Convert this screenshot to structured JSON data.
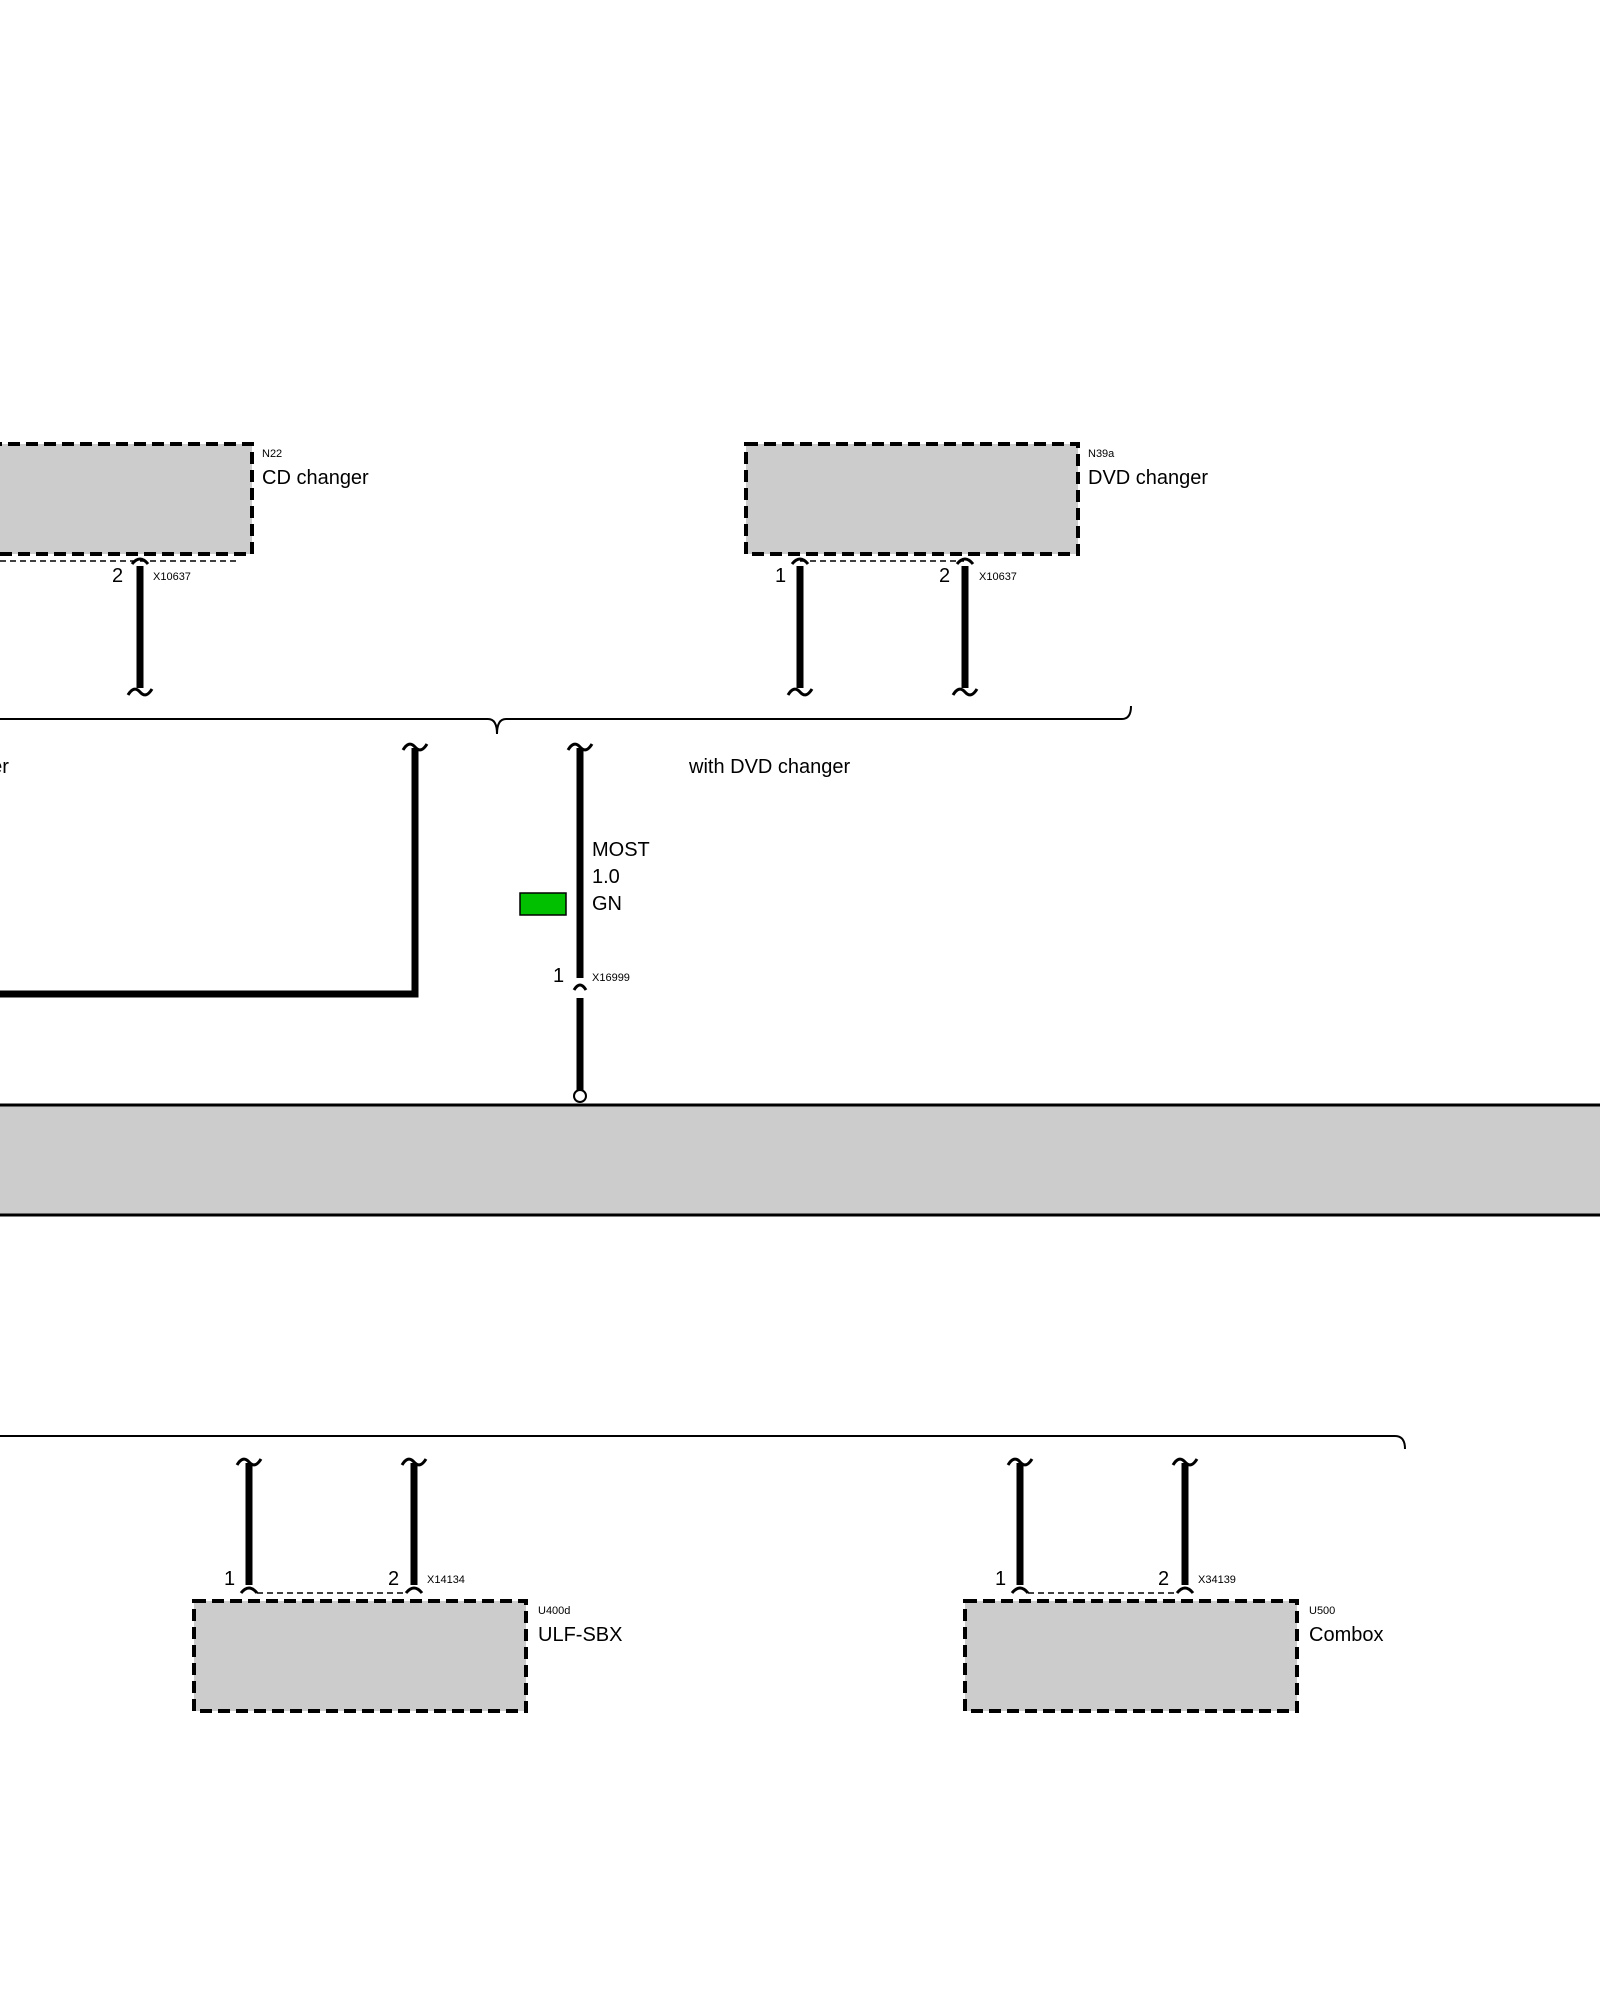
{
  "components": {
    "cd_changer": {
      "code": "N22",
      "name": "CD changer",
      "connector": "X10637",
      "pins": [
        "2"
      ]
    },
    "dvd_changer": {
      "code": "N39a",
      "name": "DVD changer",
      "connector": "X10637",
      "pins": [
        "1",
        "2"
      ]
    },
    "ulf_sbx": {
      "code": "U400d",
      "name": "ULF-SBX",
      "connector": "X14134",
      "pins": [
        "1",
        "2"
      ]
    },
    "combox": {
      "code": "U500",
      "name": "Combox",
      "connector": "X34139",
      "pins": [
        "1",
        "2"
      ]
    }
  },
  "options": {
    "left_fragment": "ger",
    "dvd": "with DVD changer"
  },
  "most_wire": {
    "line1": "MOST",
    "line2": "1.0",
    "line3": "GN",
    "color_hex": "#00c000",
    "connector": "X16999",
    "pin": "1"
  },
  "colors": {
    "component_fill": "#cccccc",
    "wire": "#000000"
  }
}
